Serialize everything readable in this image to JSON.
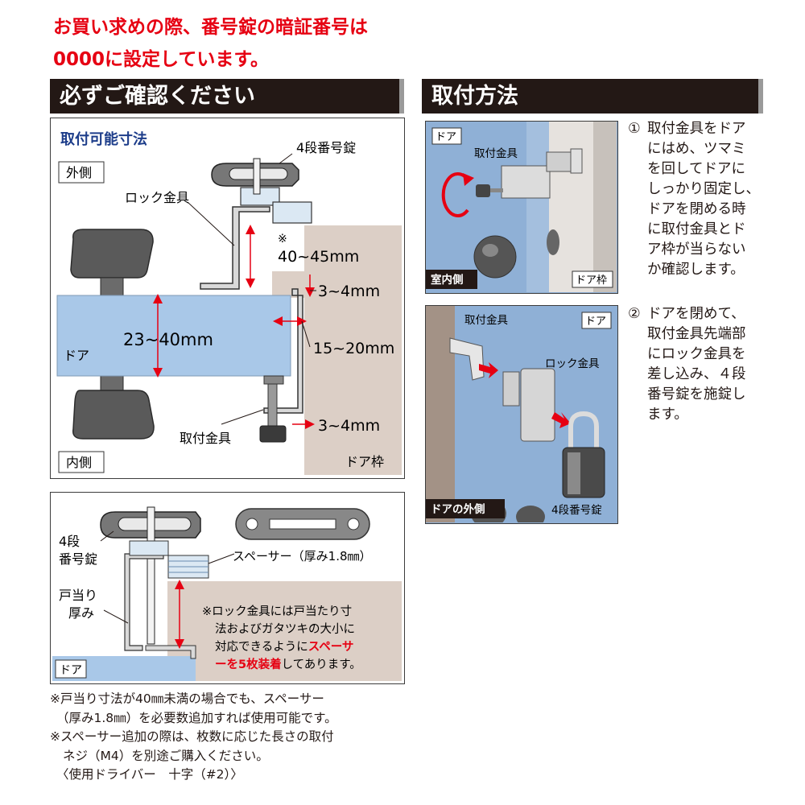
{
  "notice": {
    "line1": "お買い求めの際、番号錠の暗証番号は",
    "line2": "0000に設定しています。"
  },
  "confirm": {
    "heading": "必ずご確認ください",
    "diagram1": {
      "title": "取付可能寸法",
      "outside": "外側",
      "inside": "内側",
      "lock_name": "4段番号錠",
      "lock_bracket": "ロック金具",
      "note_mark": "※",
      "dim_stop": "40~45mm",
      "dim_gap_top": "3~4mm",
      "dim_door": "23~40mm",
      "door": "ドア",
      "dim_clearance": "15~20mm",
      "mount_bracket": "取付金具",
      "dim_gap_bottom": "3~4mm",
      "door_frame": "ドア枠"
    },
    "diagram2": {
      "lock_name_line1": "4段",
      "lock_name_line2": "番号錠",
      "spacer": "スペーサー（厚み1.8㎜）",
      "stop_line1": "戸当り",
      "stop_line2": "厚み",
      "door": "ドア",
      "note_lines": [
        {
          "text": "※ロック金具には戸当たり寸"
        },
        {
          "text": "法およびガタツキの大小に"
        },
        {
          "text": "対応できるように",
          "red": "スペーサ"
        },
        {
          "red": "ーを5枚装着",
          "text": "してあります。"
        }
      ]
    },
    "footnotes": [
      "※戸当り寸法が40㎜未満の場合でも、スペーサー",
      "（厚み1.8㎜）を必要数追加すれば使用可能です。",
      "※スペーサー追加の際は、枚数に応じた長さの取付",
      "ネジ（M4）を別途ご購入ください。",
      "〈使用ドライバー　十字（#2）〉"
    ]
  },
  "install": {
    "heading": "取付方法",
    "photo1": {
      "door": "ドア",
      "bracket": "取付金具",
      "indoor": "室内側",
      "frame": "ドア枠"
    },
    "step1": {
      "number": "①",
      "lines": [
        "取付金具をドア",
        "にはめ、ツマミ",
        "を回してドアに",
        "しっかり固定し、",
        "ドアを閉める時",
        "に取付金具とド",
        "ア枠が当らない",
        "か確認します。"
      ]
    },
    "photo2": {
      "bracket": "取付金具",
      "door": "ドア",
      "lock_bracket": "ロック金具",
      "outside": "ドアの外側",
      "lock_name": "4段番号錠"
    },
    "step2": {
      "number": "②",
      "lines": [
        "ドアを閉めて、",
        "取付金具先端部",
        "にロック金具を",
        "差し込み、４段",
        "番号錠を施錠し",
        "ます。"
      ]
    }
  },
  "colors": {
    "accent_red": "#e60012",
    "heading_bg": "#231815",
    "door_blue": "#a9c8e8",
    "frame_beige": "#dccfc6",
    "title_blue": "#1d3d8a"
  }
}
